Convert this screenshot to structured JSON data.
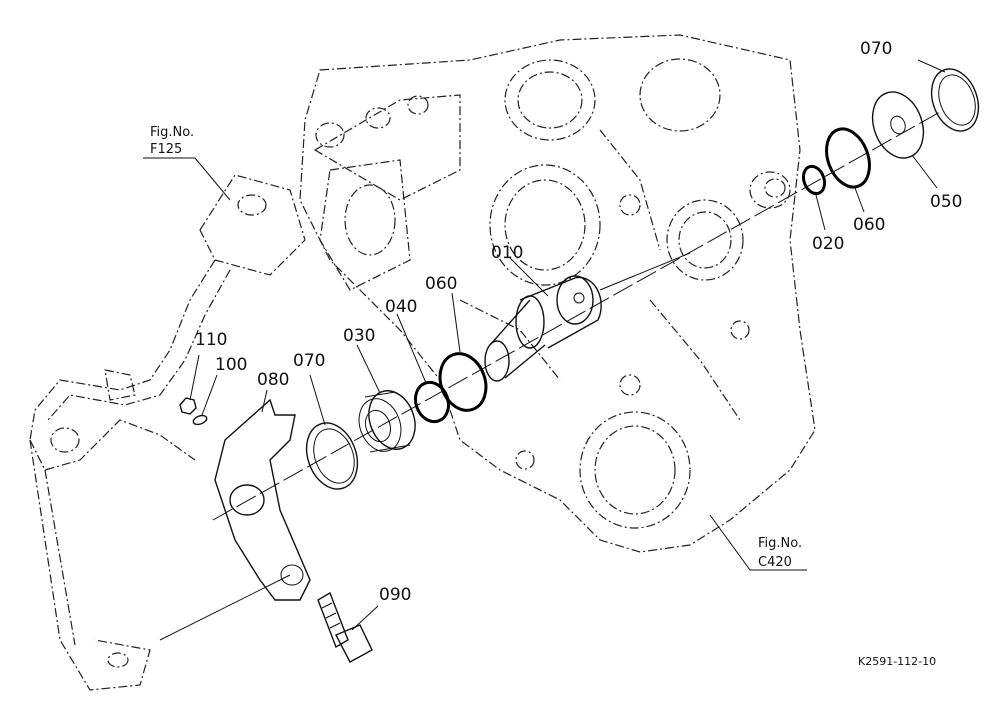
{
  "diagram": {
    "parts": [
      {
        "id": "010",
        "label": "010"
      },
      {
        "id": "020",
        "label": "020"
      },
      {
        "id": "030",
        "label": "030"
      },
      {
        "id": "040",
        "label": "040"
      },
      {
        "id": "050",
        "label": "050"
      },
      {
        "id": "060a",
        "label": "060"
      },
      {
        "id": "060b",
        "label": "060"
      },
      {
        "id": "070a",
        "label": "070"
      },
      {
        "id": "070b",
        "label": "070"
      },
      {
        "id": "080",
        "label": "080"
      },
      {
        "id": "090",
        "label": "090"
      },
      {
        "id": "100",
        "label": "100"
      },
      {
        "id": "110",
        "label": "110"
      }
    ],
    "references": [
      {
        "line1": "Fig.No.",
        "line2": "F125"
      },
      {
        "line1": "Fig.No.",
        "line2": "C420"
      }
    ],
    "drawing_code": "K2591-112-10"
  }
}
